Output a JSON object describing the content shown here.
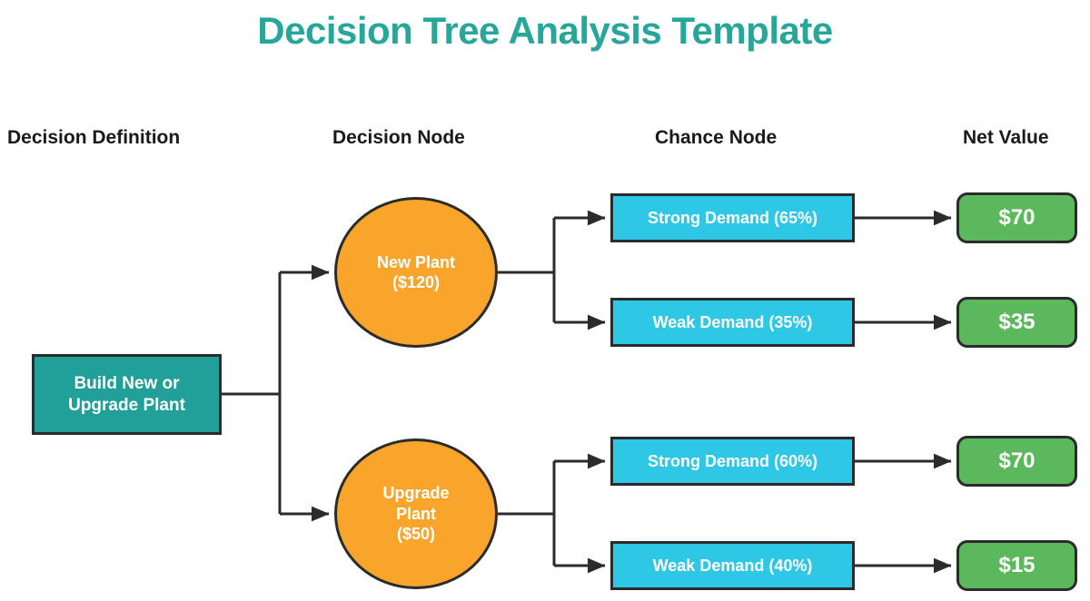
{
  "title": "Decision Tree Analysis Template",
  "theme": {
    "title_color": "#27a69a",
    "decision_definition_color": "#20a098",
    "decision_node_color": "#f9a52b",
    "chance_node_color": "#2ec7e6",
    "value_node_color": "#5cb85c",
    "stroke_color": "#2b2b2b",
    "background": "#ffffff"
  },
  "headers": {
    "decision_definition": "Decision Definition",
    "decision_node": "Decision Node",
    "chance_node": "Chance Node",
    "net_value": "Net Value"
  },
  "chart_data": {
    "type": "diagram",
    "title": "Decision Tree Analysis Template",
    "columns": [
      "Decision Definition",
      "Decision Node",
      "Chance Node",
      "Net Value"
    ],
    "root": {
      "label": "Build New or\nUpgrade Plant",
      "label_line1": "Build New or",
      "label_line2": "Upgrade Plant"
    },
    "branches": [
      {
        "decision": {
          "label": "New Plant\n($120)",
          "name": "New Plant",
          "cost": "$120"
        },
        "outcomes": [
          {
            "label": "Strong Demand (65%)",
            "outcome": "Strong Demand",
            "probability": "65%",
            "probability_value": 65,
            "net_value": "$70",
            "net_value_number": 70
          },
          {
            "label": "Weak Demand (35%)",
            "outcome": "Weak Demand",
            "probability": "35%",
            "probability_value": 35,
            "net_value": "$35",
            "net_value_number": 35
          }
        ]
      },
      {
        "decision": {
          "label": "Upgrade\nPlant\n($50)",
          "name": "Upgrade Plant",
          "cost": "$50"
        },
        "outcomes": [
          {
            "label": "Strong Demand (60%)",
            "outcome": "Strong Demand",
            "probability": "60%",
            "probability_value": 60,
            "net_value": "$70",
            "net_value_number": 70
          },
          {
            "label": "Weak Demand (40%)",
            "outcome": "Weak Demand",
            "probability": "40%",
            "probability_value": 40,
            "net_value": "$15",
            "net_value_number": 15
          }
        ]
      }
    ]
  }
}
